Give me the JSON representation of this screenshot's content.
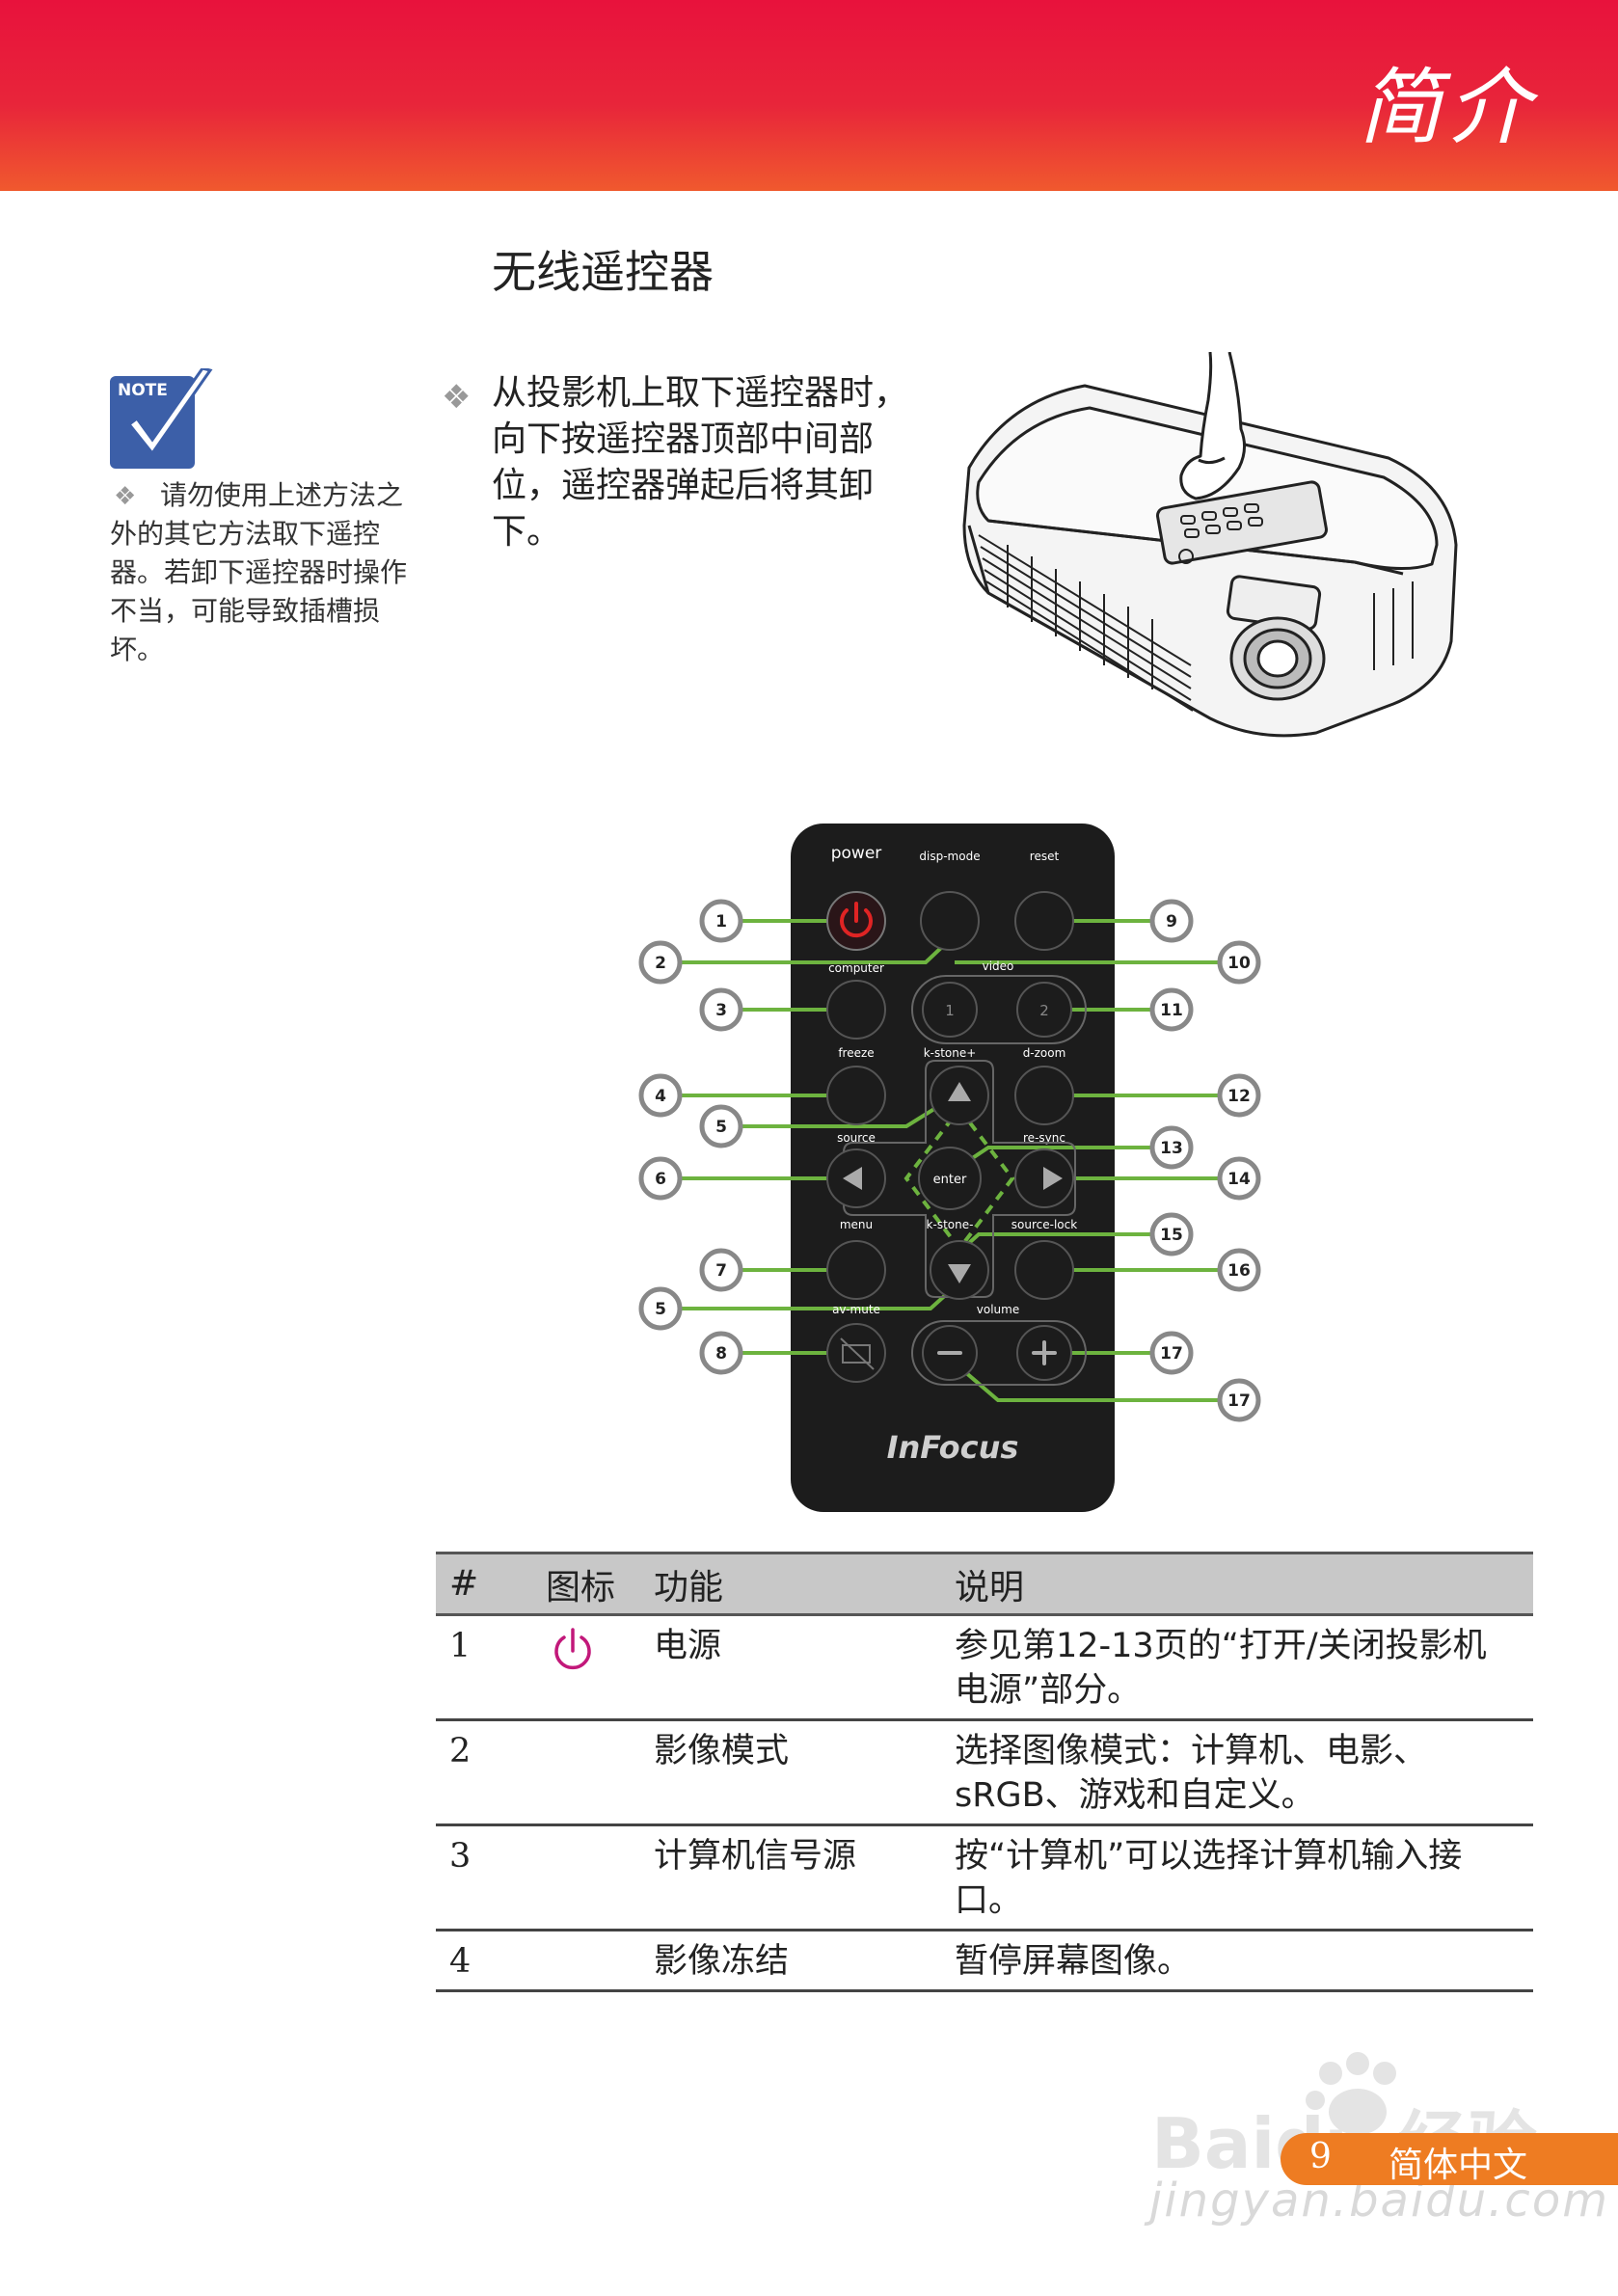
{
  "header": {
    "title": "简介"
  },
  "section": {
    "title": "无线遥控器"
  },
  "note": {
    "badge": "NOTE",
    "bullet": "❖",
    "text": "请勿使用上述方法之外的其它方法取下遥控器。若卸下遥控器时操作不当，可能导致插槽损坏。"
  },
  "instruction": {
    "bullet": "❖",
    "text": "从投影机上取下遥控器时，向下按遥控器顶部中间部位，遥控器弹起后将其卸下。"
  },
  "remote": {
    "labels": {
      "power": "power",
      "disp_mode": "disp-mode",
      "reset": "reset",
      "computer": "computer",
      "video": "video",
      "video_1": "1",
      "video_2": "2",
      "freeze": "freeze",
      "kstone_plus": "k-stone+",
      "dzoom": "d-zoom",
      "source": "source",
      "resync": "re-sync",
      "enter": "enter",
      "menu": "menu",
      "kstone_minus": "k-stone-",
      "source_lock": "source-lock",
      "av_mute": "av-mute",
      "volume": "volume",
      "brand": "InFocus"
    },
    "callouts": [
      "1",
      "2",
      "3",
      "4",
      "5",
      "6",
      "7",
      "5",
      "8",
      "9",
      "10",
      "11",
      "12",
      "13",
      "14",
      "15",
      "16",
      "17",
      "17"
    ]
  },
  "table": {
    "headers": {
      "num": "#",
      "icon": "图标",
      "func": "功能",
      "desc": "说明"
    },
    "rows": [
      {
        "num": "1",
        "icon": "power-icon",
        "func": "电源",
        "desc": "参见第12-13页的“打开/关闭投影机电源”部分。"
      },
      {
        "num": "2",
        "icon": "",
        "func": "影像模式",
        "desc": "选择图像模式：计算机、电影、sRGB、游戏和自定义。"
      },
      {
        "num": "3",
        "icon": "",
        "func": "计算机信号源",
        "desc": "按“计算机”可以选择计算机输入接口。"
      },
      {
        "num": "4",
        "icon": "",
        "func": "影像冻结",
        "desc": "暂停屏幕图像。"
      }
    ]
  },
  "footer": {
    "page": "9",
    "lang": "简体中文"
  },
  "watermark": {
    "logo": "Baidu 经验",
    "url": "jingyan.baidu.com"
  },
  "colors": {
    "header_red": "#e8123c",
    "header_orange": "#f0592e",
    "callout_green": "#6db33f",
    "footer_orange": "#ee7c22",
    "power_magenta": "#c2187a"
  }
}
